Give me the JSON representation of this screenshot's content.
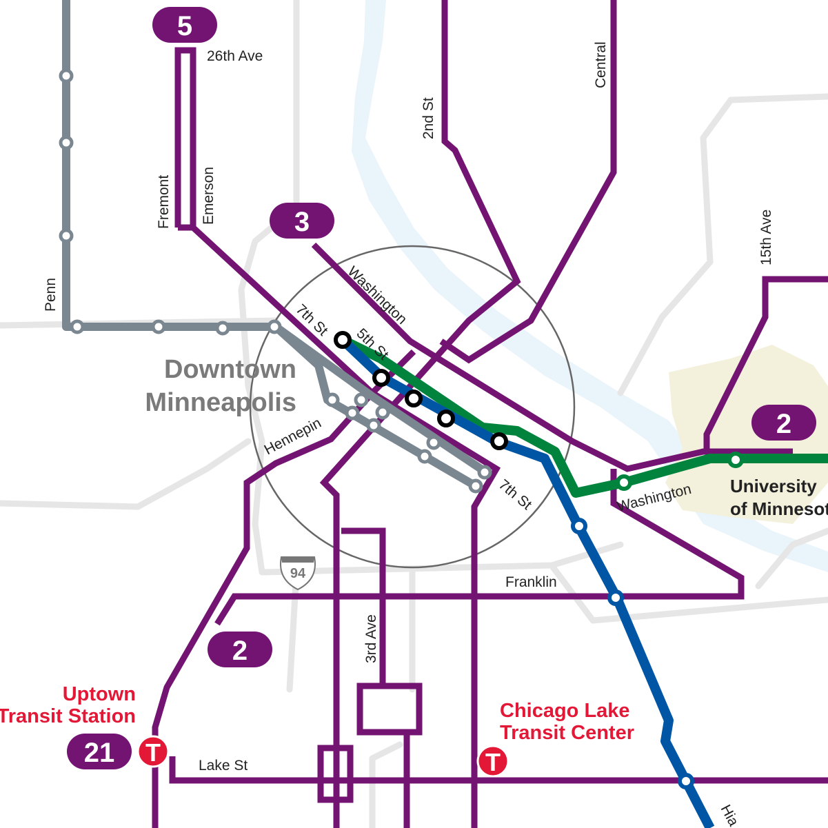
{
  "colors": {
    "route": "#731472",
    "gray_line": "#7a8690",
    "blue_line": "#0055a5",
    "green_line": "#00843d",
    "transit_center": "#e31837"
  },
  "route_badges": {
    "r5": "5",
    "r3": "3",
    "r2_east": "2",
    "r2_west": "2",
    "r21": "21"
  },
  "streets": {
    "ave26": "26th Ave",
    "fremont": "Fremont",
    "emerson": "Emerson",
    "penn": "Penn",
    "second": "2nd St",
    "central": "Central",
    "ave15": "15th Ave",
    "washington_north": "Washington",
    "seventh_north": "7th St",
    "fifth": "5th St",
    "hennepin": "Hennepin",
    "seventh_south": "7th St",
    "washington_east": "Washington",
    "franklin": "Franklin",
    "third_ave": "3rd Ave",
    "lake": "Lake St",
    "hiawatha": "Hia"
  },
  "places": {
    "downtown_1": "Downtown",
    "downtown_2": "Minneapolis",
    "umn_1": "University",
    "umn_2": "of Minnesota"
  },
  "transit_centers": {
    "uptown_1": "Uptown",
    "uptown_2": "Transit Station",
    "chicago_1": "Chicago Lake",
    "chicago_2": "Transit Center",
    "t_icon": "T"
  },
  "interstate": {
    "number": "94"
  }
}
